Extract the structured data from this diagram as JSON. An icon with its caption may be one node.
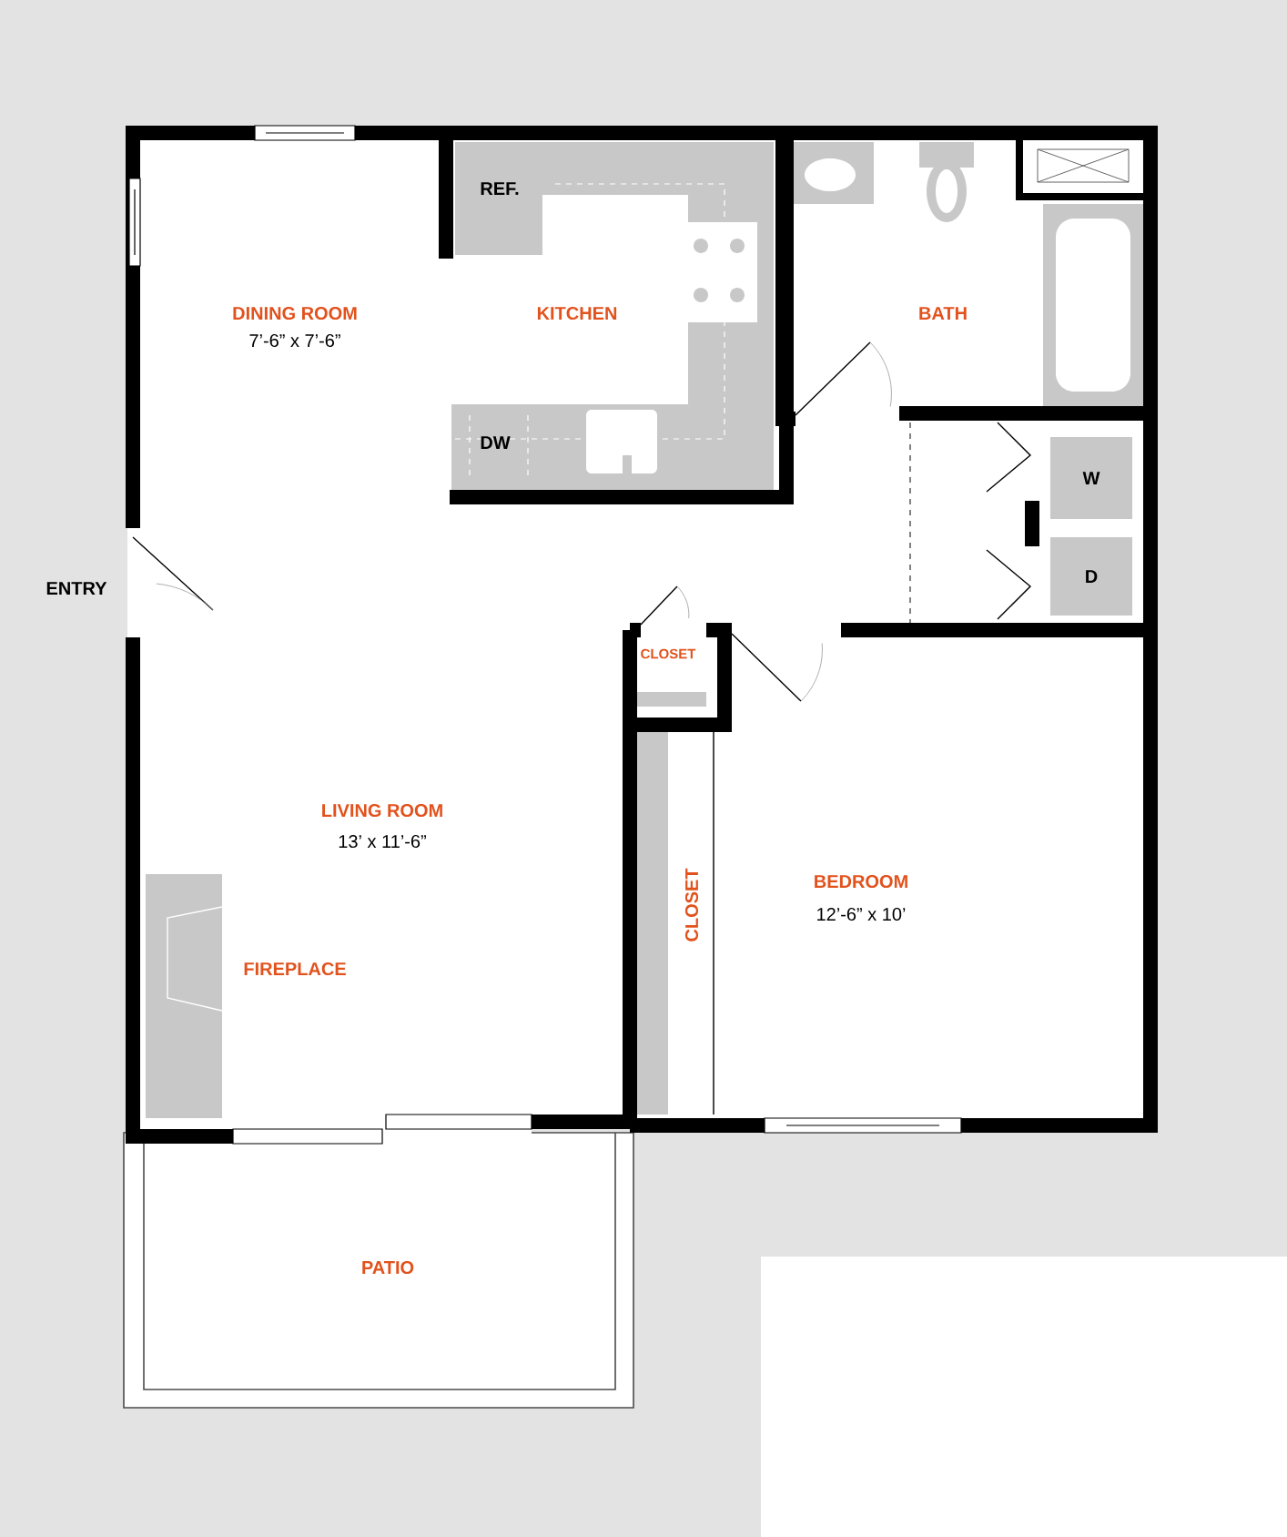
{
  "diagram": {
    "nodes": [
      {
        "text": [
          "REF."
        ]
      },
      {
        "text": [
          "W"
        ]
      },
      {
        "text": [
          "D"
        ]
      }
    ],
    "labels": [
      "DINING ROOM",
      "7’-6” x 7’-6”",
      "KITCHEN",
      "BATH",
      "DW",
      "ENTRY",
      "CLOSET",
      "LIVING ROOM",
      "13’ x 11’-6”",
      "BEDROOM",
      "12’-6” x 10’",
      "CLOSET",
      "FIREPLACE",
      "PATIO"
    ]
  }
}
